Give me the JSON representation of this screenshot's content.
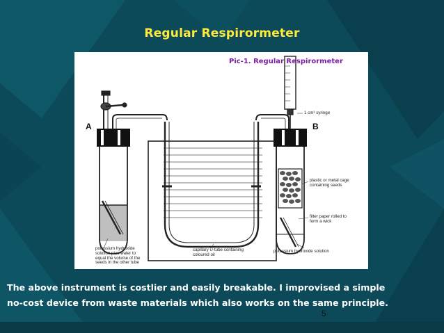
{
  "slide": {
    "title": "Regular Respirormeter",
    "page_number": "5",
    "body_lines": [
      "The above instrument is costlier and easily breakable. I improvised a simple",
      "no-cost device from waste materials which also works on the same principle."
    ]
  },
  "figure": {
    "caption": "Pic-1. Regular Respirormeter",
    "tube_a_label": "A",
    "tube_b_label": "B",
    "syringe_label": "1 cm³ syringe",
    "cage_label": "plastic or metal cage containing seeds",
    "wick_label": "filter paper rolled to form a wick",
    "koh_a_label": "potassium hydroxide solution plus water to equal the volume of the seeds in the other tube",
    "utube_label": "capillary U-tube containing coloured oil",
    "koh_b_label": "potassium hydroxide solution"
  },
  "colors": {
    "background": "#0c4a5a",
    "title": "#ffeb3b",
    "caption": "#7b1fa2",
    "body_text": "#ffffff"
  }
}
